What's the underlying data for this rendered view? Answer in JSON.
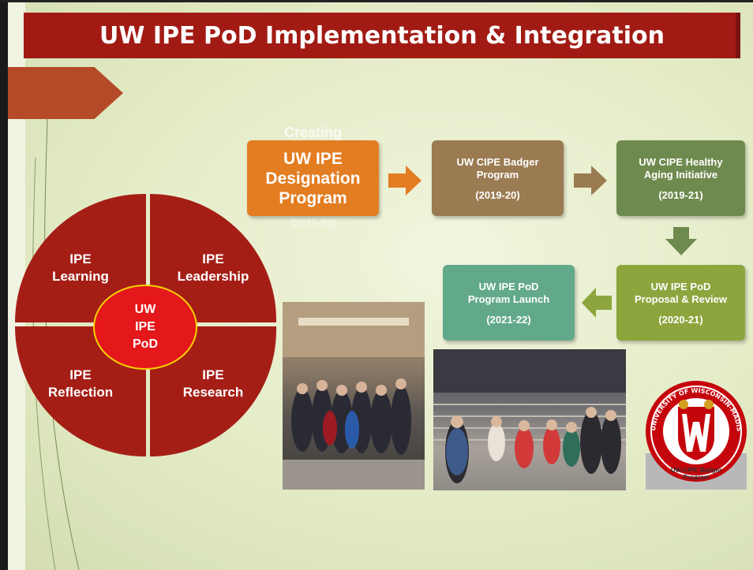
{
  "slide": {
    "title": "UW IPE PoD Implementation & Integration"
  },
  "flow": {
    "creating": {
      "top_text": "Creating",
      "lines": [
        "UW IPE",
        "Designation",
        "Program"
      ],
      "bottom_text": "(2019-20)"
    },
    "badger": {
      "lines": [
        "UW CIPE Badger",
        "Program"
      ],
      "year": "(2019-20)"
    },
    "healthy_aging": {
      "lines": [
        "UW CIPE Healthy",
        "Aging Initiative"
      ],
      "year": "(2019-21)"
    },
    "proposal": {
      "lines": [
        "UW IPE PoD",
        "Proposal & Review"
      ],
      "year": "(2020-21)"
    },
    "launch": {
      "lines": [
        "UW IPE PoD",
        "Program Launch"
      ],
      "year": "(2021-22)"
    }
  },
  "circle": {
    "learning": [
      "IPE",
      "Learning"
    ],
    "leadership": [
      "IPE",
      "Leadership"
    ],
    "reflection": [
      "IPE",
      "Reflection"
    ],
    "research": [
      "IPE",
      "Research"
    ],
    "center": [
      "UW",
      "IPE",
      "PoD"
    ]
  },
  "seal": {
    "ring_text": "UNIVERSITY OF WISCONSIN-MADISON",
    "label_lines": [
      "UW-CIPE Badger",
      "Program"
    ]
  },
  "colors": {
    "title_bar": "#a11b14",
    "orange": "#e37d22",
    "tan": "#9b7b52",
    "olive": "#6f8a4e",
    "green": "#8ca53d",
    "teal": "#62a98a",
    "quad_red": "#a51e16",
    "center_red": "#e4171b"
  }
}
